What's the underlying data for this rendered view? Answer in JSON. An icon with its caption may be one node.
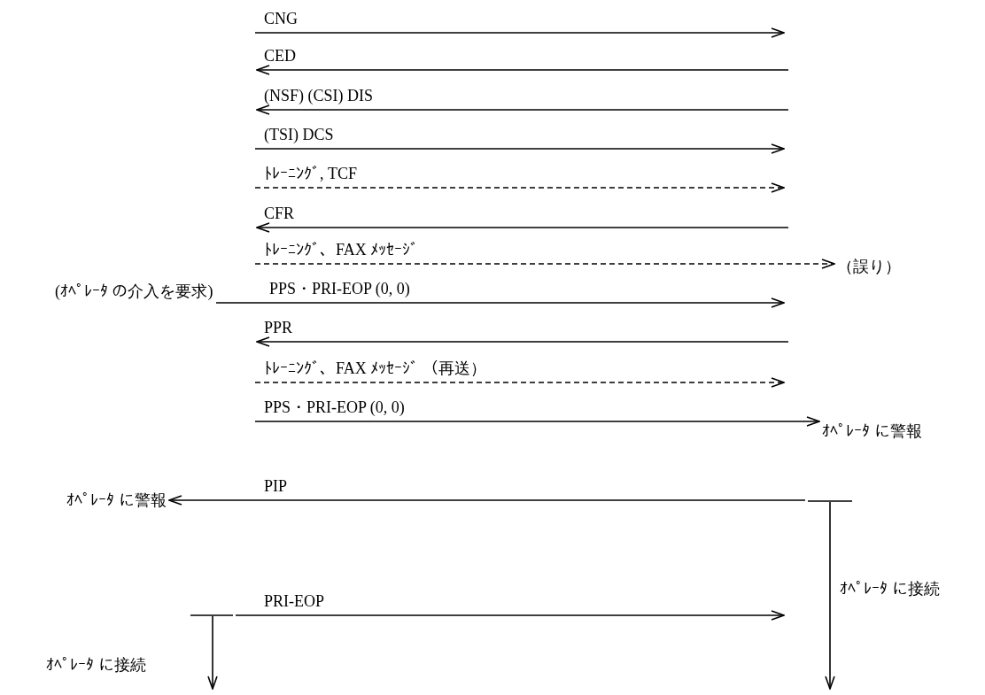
{
  "diagram": {
    "nodes": [
      {
        "text": [
          "（誤り）"
        ]
      },
      {
        "text": [
          "(ｵﾍﾟﾚｰﾀ の介入を要求)"
        ]
      },
      {
        "text": [
          "ｵﾍﾟﾚｰﾀ に警報"
        ]
      },
      {
        "text": [
          "ｵﾍﾟﾚｰﾀ に警報"
        ]
      },
      {
        "text": [],
        "shape": "bar"
      },
      {
        "text": [],
        "shape": "bar"
      }
    ],
    "edges": [
      {
        "from": null,
        "to": 0,
        "arrow": "to",
        "label": "ﾄﾚｰﾆﾝｸﾞ、FAX ﾒｯｾｰｼﾞ",
        "style": "dashed"
      },
      {
        "from": 1,
        "to": null,
        "arrow": "to",
        "label": "PPS・PRI-EOP (0, 0)"
      },
      {
        "from": null,
        "to": 2,
        "arrow": "to",
        "label": "PPS・PRI-EOP (0, 0)"
      },
      {
        "from": 4,
        "to": 3,
        "arrow": "to",
        "label": "PIP"
      },
      {
        "from": 4,
        "to": null,
        "arrow": "to",
        "label": "ｵﾍﾟﾚｰﾀ に接続"
      },
      {
        "from": 5,
        "to": null,
        "arrow": "to",
        "label": "PRI-EOP"
      },
      {
        "from": 5,
        "to": null,
        "arrow": "to",
        "label": "ｵﾍﾟﾚｰﾀ に接続"
      }
    ],
    "labels": [
      "CNG",
      "CED",
      "(NSF) (CSI) DIS",
      "(TSI) DCS",
      "ﾄﾚｰﾆﾝｸﾞ, TCF",
      "CFR",
      "PPR",
      "ﾄﾚｰﾆﾝｸﾞ、FAX ﾒｯｾｰｼﾞ （再送）"
    ]
  }
}
